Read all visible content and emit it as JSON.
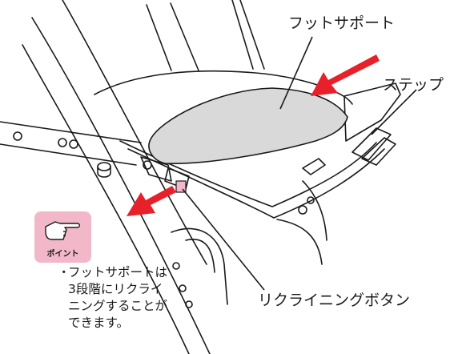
{
  "labels": {
    "footrest": "フットサポート",
    "step": "ステップ",
    "recline_button": "リクライニングボタン"
  },
  "point": {
    "badge_text": "ポイント",
    "note_bullet": "・",
    "note_lines": [
      "フットサポートは",
      "3段階にリクライ",
      "ニングすることが",
      "できます。"
    ]
  },
  "colors": {
    "arrow": "#e8202a",
    "badge": "#f2b8ca",
    "seat_fill": "#d9d9d9",
    "line": "#1a1a1a"
  },
  "icons": {
    "point_icon": "pointing-hand-icon"
  }
}
